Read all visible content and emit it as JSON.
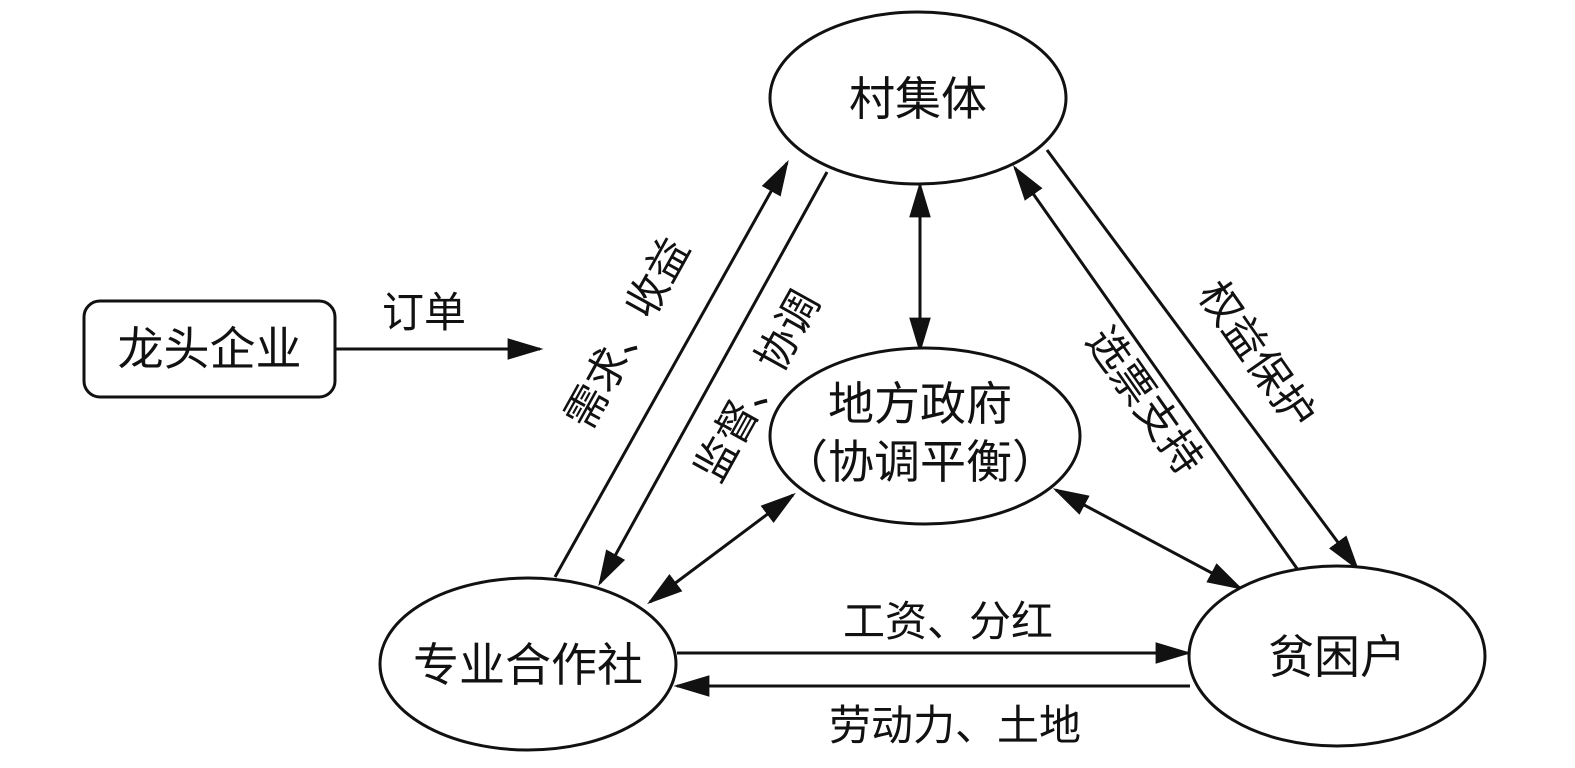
{
  "nodes": {
    "longtou": "龙头企业",
    "cunjiti": "村集体",
    "difang_line1": "地方政府",
    "difang_line2": "（协调平衡）",
    "hezuoshe": "专业合作社",
    "pinkunhu": "贫困户"
  },
  "edges": {
    "dingdan": "订单",
    "xuqiu_shouyi": "需求、收益",
    "jiandu_xietiao": "监督、协调",
    "xuanpiao_zhichi": "选票支持",
    "quanyi_baohu": "权益保护",
    "gongzi_fenhong": "工资、分红",
    "laodongli_tudi": "劳动力、土地"
  },
  "colors": {
    "stroke": "#111111",
    "fill": "#ffffff"
  }
}
